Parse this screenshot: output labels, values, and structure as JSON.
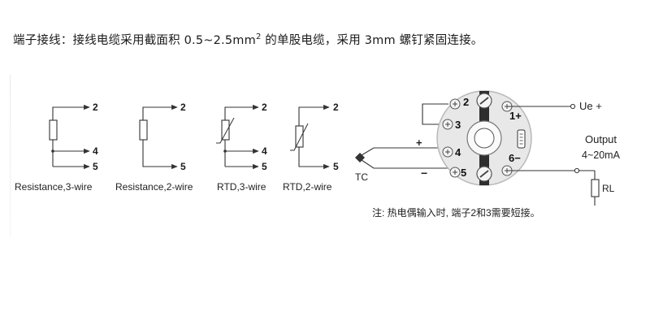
{
  "heading": {
    "text_before": "端子接线：接线电缆采用截面积 0.5~2.5mm",
    "superscript": "2",
    "text_after": " 的单股电缆，采用 3mm 螺钉紧固连接。"
  },
  "circuits": [
    {
      "caption": "Resistance,3-wire",
      "terminals": [
        "2",
        "4",
        "5"
      ]
    },
    {
      "caption": "Resistance,2-wire",
      "terminals": [
        "2",
        "5"
      ]
    },
    {
      "caption": "RTD,3-wire",
      "terminals": [
        "2",
        "4",
        "5"
      ]
    },
    {
      "caption": "RTD,2-wire",
      "terminals": [
        "2",
        "5"
      ]
    }
  ],
  "transmitter": {
    "terminals": [
      "2",
      "3",
      "4",
      "5",
      "1+",
      "6−"
    ],
    "ue_label": "Ue +",
    "output_label": "Output",
    "output_range": "4~20mA",
    "rl_label": "RL",
    "tc_label": "TC",
    "plus_sign": "+",
    "minus_sign": "−",
    "note": "注: 热电偶输入时, 端子2和3需要短接。"
  },
  "colors": {
    "line": "#333333",
    "ring": "#e9e9e9",
    "ring_stroke": "#bdbdbd",
    "screw": "#f2f2f2",
    "channel": "#303030"
  }
}
